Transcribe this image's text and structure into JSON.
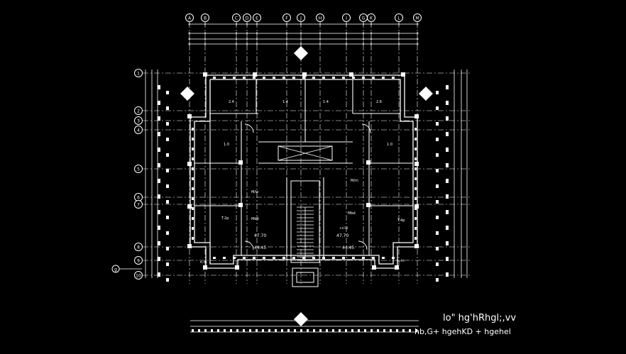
{
  "drawing": {
    "column_grid": [
      "A",
      "B",
      "C",
      "D",
      "E",
      "F",
      "J",
      "H",
      "I",
      "G",
      "K",
      "L",
      "M"
    ],
    "row_grid": [
      "1",
      "2",
      "3",
      "4",
      "5",
      "6",
      "7",
      "8",
      "9",
      "10"
    ],
    "row_grid_left": "g",
    "colors": {
      "background": "#000000",
      "linework": "#ffffff"
    },
    "room_labels": {
      "bed_a": "2.4",
      "bed_b": "1.4",
      "bed_c": "1.4",
      "bed_d": "2.6",
      "side_left": "1.0",
      "side_right": "1.0",
      "living_left": "M/w",
      "living_right": "M/m",
      "mid_left": "Mbd",
      "mid_right": "Mbd",
      "t_left": "T.2p",
      "t_right": "T.4p",
      "area_1": "47.70",
      "area_2": "47.70",
      "area_3": "44.45",
      "area_4": "44.45",
      "bottom_left": "n.m",
      "bottom_right": "n.m",
      "center_note": "+4.50"
    },
    "notes": {
      "line1": "lo\"  hg'hRhgl;,vv",
      "line2": "hb,G+   hgehKD  +   hgehel"
    }
  }
}
